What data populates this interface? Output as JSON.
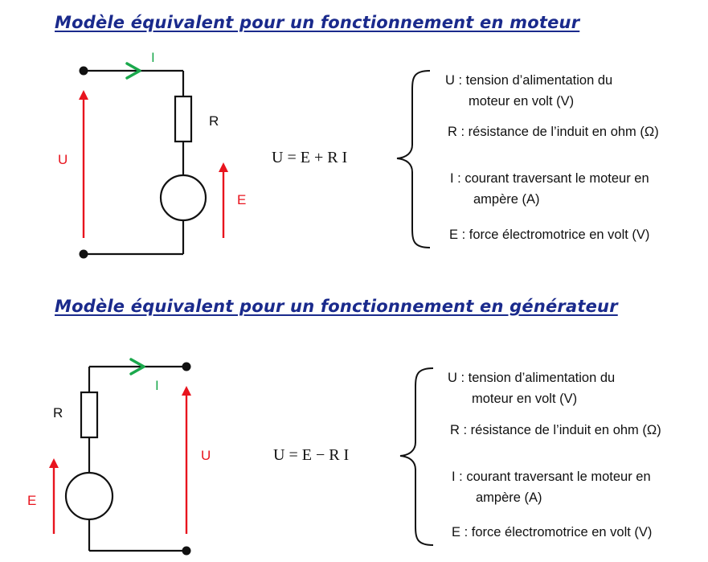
{
  "motor": {
    "title": "Modèle équivalent pour un fonctionnement en moteur",
    "labels": {
      "current": "I",
      "resistor": "R",
      "voltage": "U",
      "emf": "E"
    },
    "equation": "U = E + R I",
    "definitions": [
      {
        "line1": "U : tension d’alimentation du",
        "line2": "moteur en volt (V)"
      },
      {
        "line1": "R : résistance de l’induit en ohm (Ω)"
      },
      {
        "line1": "I : courant traversant le moteur en",
        "line2": "ampère (A)"
      },
      {
        "line1": "E : force électromotrice en volt (V)"
      }
    ]
  },
  "generator": {
    "title": "Modèle équivalent pour un fonctionnement en générateur",
    "labels": {
      "current": "I",
      "resistor": "R",
      "voltage": "U",
      "emf": "E"
    },
    "equation": "U = E − R I",
    "definitions": [
      {
        "line1": "U : tension d’alimentation du",
        "line2": "moteur en volt (V)"
      },
      {
        "line1": "R : résistance de l’induit en ohm (Ω)"
      },
      {
        "line1": "I : courant traversant le moteur en",
        "line2": "ampère (A)"
      },
      {
        "line1": "E : force électromotrice en volt (V)"
      }
    ]
  },
  "colors": {
    "heading": "#1a2a8c",
    "voltage_arrow": "#e8141e",
    "current_arrow": "#1aa84c",
    "wire": "#111111"
  }
}
